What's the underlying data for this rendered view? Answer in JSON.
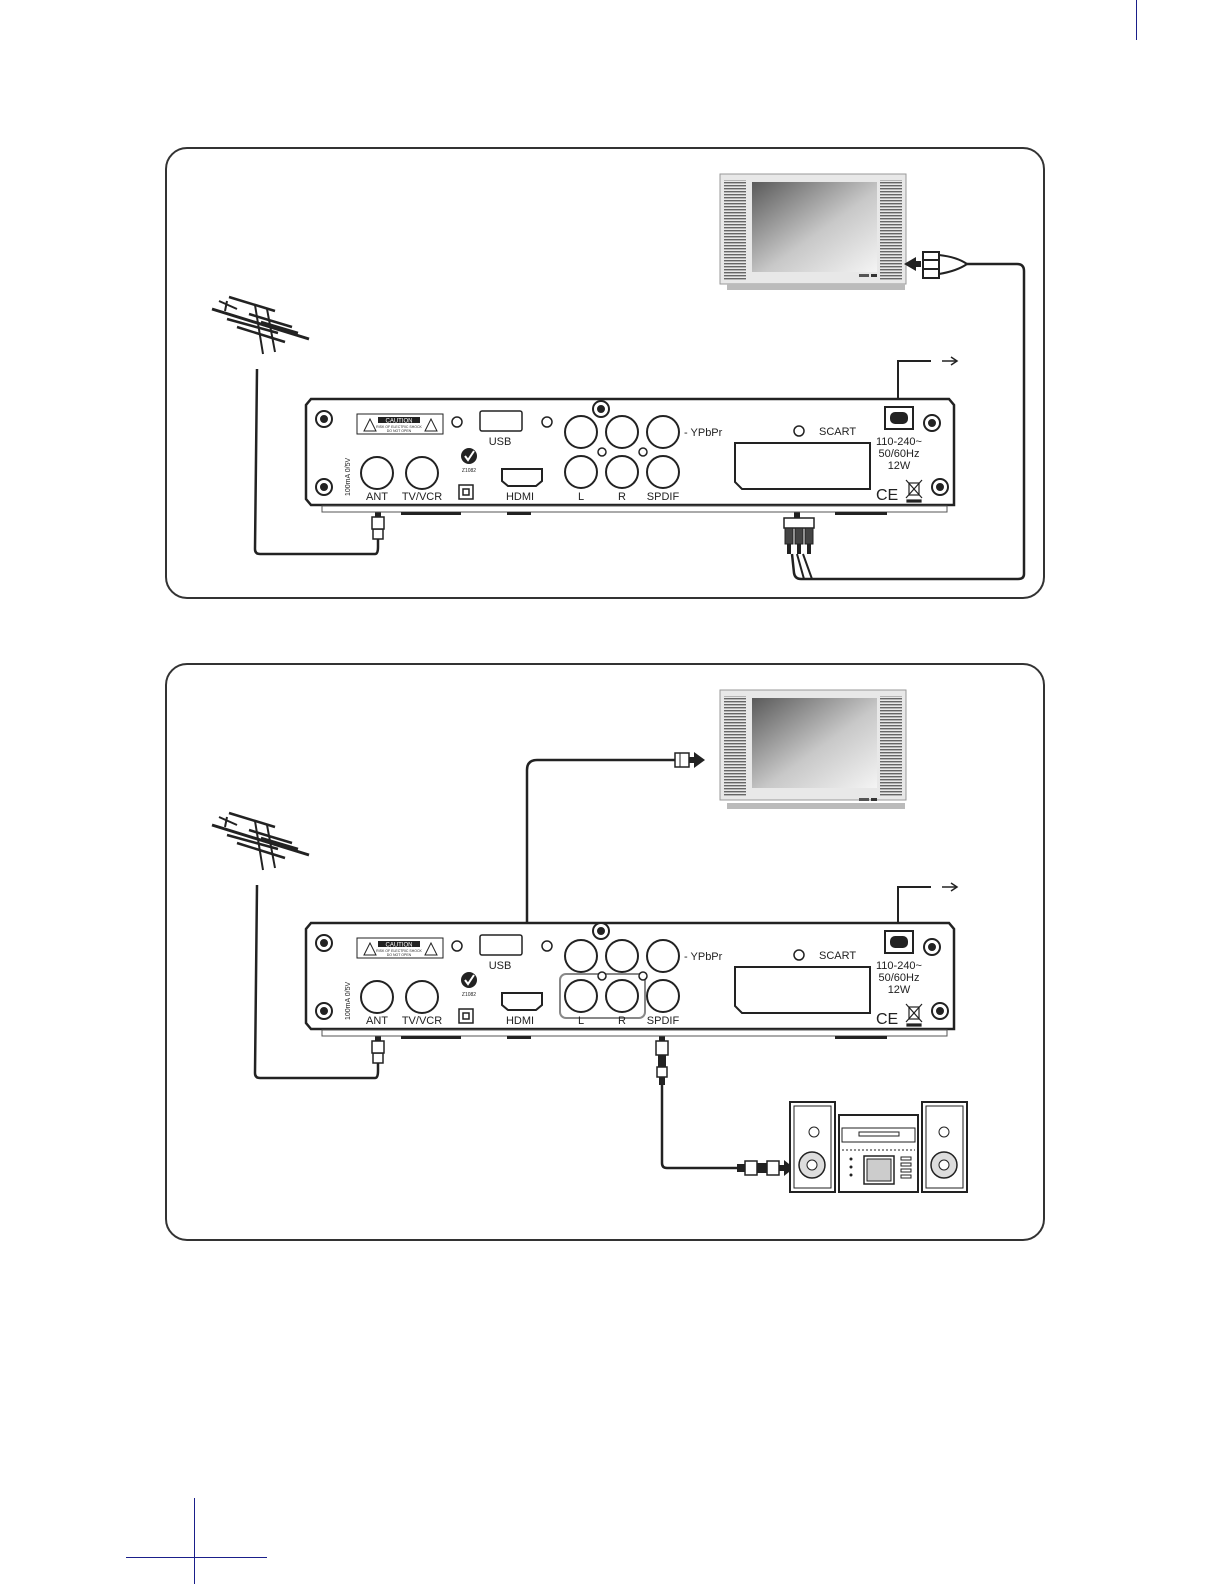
{
  "receiver": {
    "caution": "CAUTION",
    "caution_sub_line1": "RISK OF ELECTRIC SHOCK",
    "caution_sub_line2": "DO NOT OPEN",
    "usb": "USB",
    "ypbpr": "- YPbPr",
    "scart": "SCART",
    "ant": "ANT",
    "tvvcr": "TV/VCR",
    "hdmi": "HDMI",
    "audio_l": "L",
    "audio_r": "R",
    "spdif": "SPDIF",
    "power_line1": "110-240~",
    "power_line2": "50/60Hz",
    "power_line3": "12W",
    "ce": "CE",
    "cert_code": "Z1082",
    "side_rating": "100mA 0/5V"
  }
}
